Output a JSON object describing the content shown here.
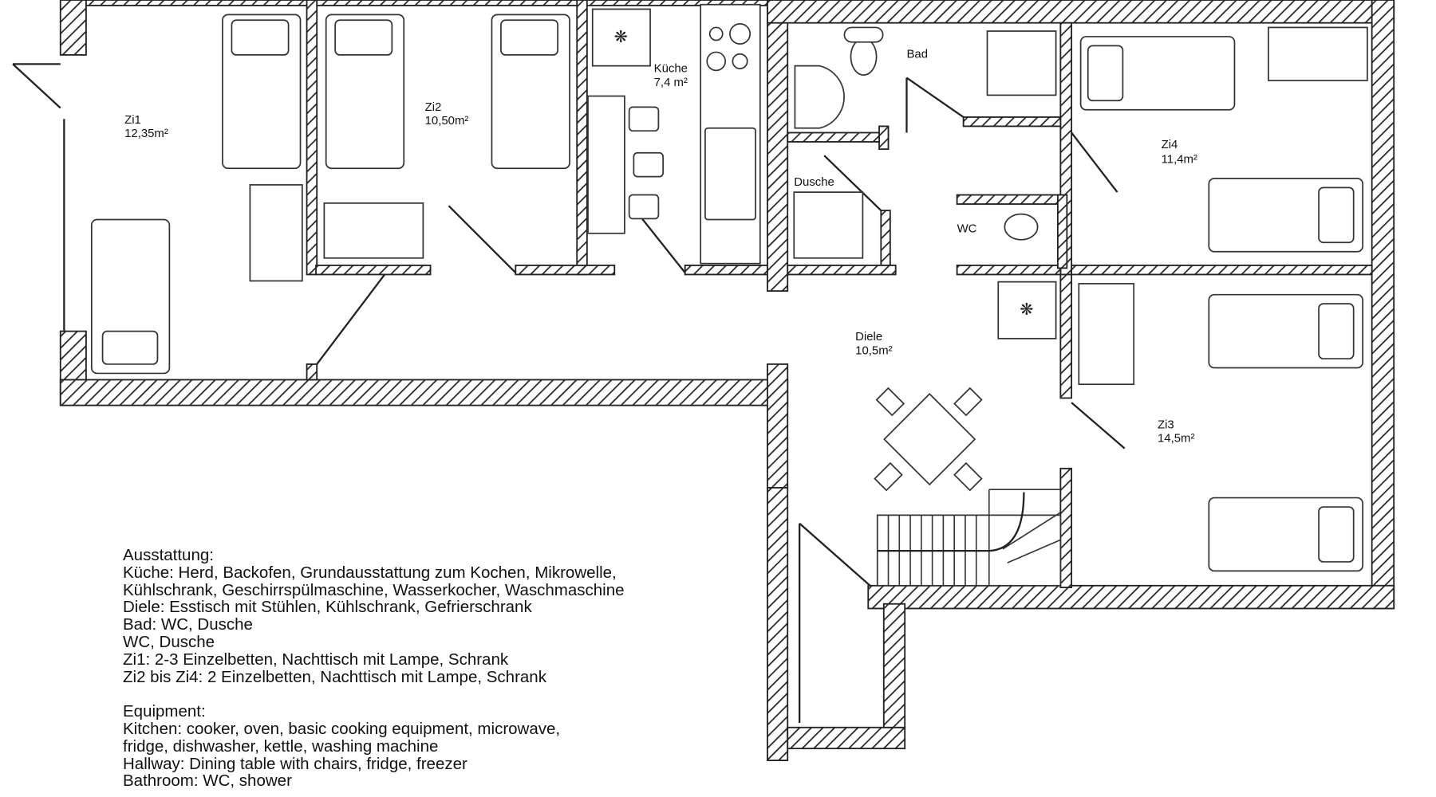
{
  "rooms": {
    "zi1": {
      "name": "Zi1",
      "area": "12,35m²"
    },
    "zi2": {
      "name": "Zi2",
      "area": "10,50m²"
    },
    "kueche": {
      "name": "Küche",
      "area": "7,4 m²"
    },
    "bad": {
      "name": "Bad"
    },
    "dusche": {
      "name": "Dusche"
    },
    "wc": {
      "name": "WC"
    },
    "zi4": {
      "name": "Zi4",
      "area": "11,4m²"
    },
    "diele": {
      "name": "Diele",
      "area": "10,5m²"
    },
    "zi3": {
      "name": "Zi3",
      "area": "14,5m²"
    }
  },
  "notes_de": {
    "title": "Ausstattung:",
    "lines": [
      "Küche: Herd, Backofen, Grundausstattung zum Kochen, Mikrowelle,",
      "Kühlschrank, Geschirrspülmaschine, Wasserkocher, Waschmaschine",
      "Diele: Esstisch mit Stühlen, Kühlschrank, Gefrierschrank",
      "Bad: WC, Dusche",
      "WC, Dusche",
      "Zi1: 2-3 Einzelbetten, Nachttisch mit Lampe, Schrank",
      "Zi2 bis Zi4: 2 Einzelbetten, Nachttisch mit Lampe, Schrank"
    ]
  },
  "notes_en": {
    "title": "Equipment:",
    "lines": [
      "Kitchen: cooker, oven, basic cooking equipment, microwave,",
      "fridge, dishwasher, kettle, washing machine",
      "Hallway: Dining table with chairs, fridge, freezer",
      "Bathroom: WC, shower"
    ]
  }
}
